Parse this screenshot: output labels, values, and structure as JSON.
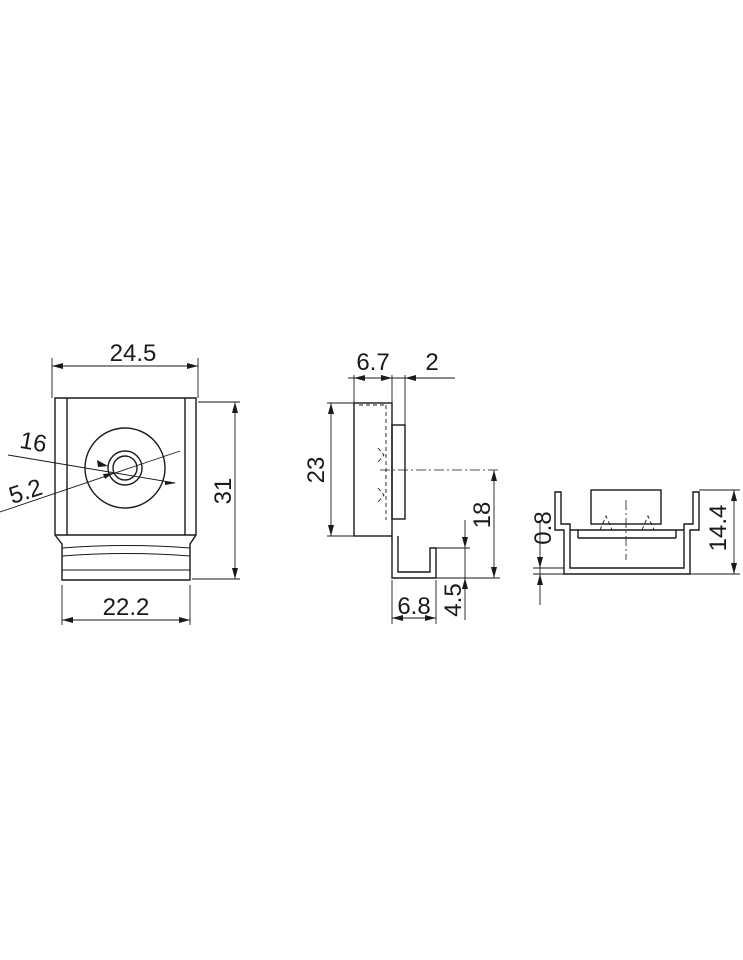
{
  "views": {
    "front": {
      "width_label": "24.5",
      "bottom_width_label": "22.2",
      "height_label": "31",
      "outer_dia_label": "16",
      "hole_dia_label": "5.2"
    },
    "side": {
      "thickness_label": "6.7",
      "tab_label": "2",
      "height_label": "23",
      "hook_height_label": "18",
      "hook_width_label": "6.8",
      "hook_depth_label": "4.5"
    },
    "end": {
      "sheet_label": "0.8",
      "height_label": "14.4"
    }
  }
}
